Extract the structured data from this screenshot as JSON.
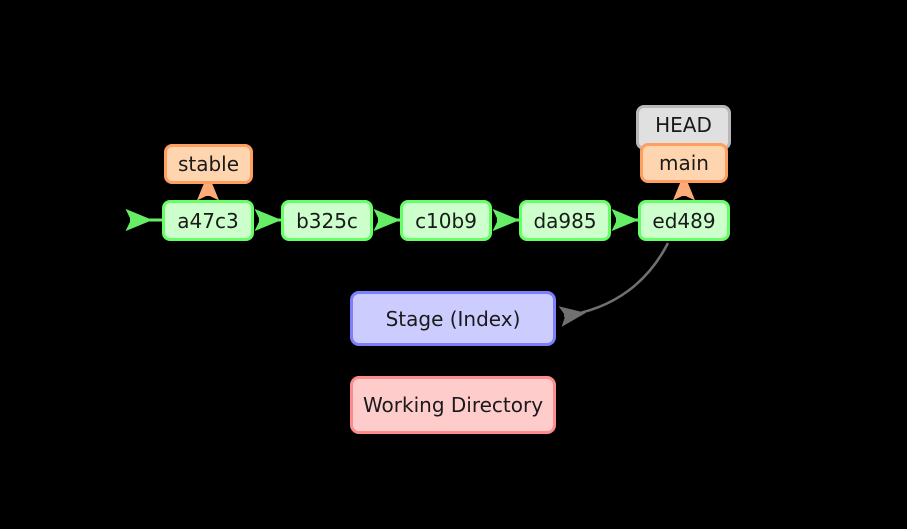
{
  "diagram": {
    "title": "Git repository state diagram",
    "background_color": "#000000",
    "colors": {
      "commit_fill": "#ccffcc",
      "commit_border": "#66ff66",
      "branch_fill": "#ffd5b0",
      "branch_border": "#ff9f5f",
      "head_fill": "#e0e0e0",
      "head_border": "#b8b8b8",
      "stage_fill": "#ccccff",
      "stage_border": "#7d7dfd",
      "working_fill": "#ffcccc",
      "working_border": "#fd8d8d",
      "commit_arrow": "#66ee66",
      "branch_arrow": "#ffab77",
      "curve_arrow": "#666666"
    }
  },
  "commits": [
    {
      "id": "a47c3",
      "label": "a47c3"
    },
    {
      "id": "b325c",
      "label": "b325c"
    },
    {
      "id": "c10b9",
      "label": "c10b9"
    },
    {
      "id": "da985",
      "label": "da985"
    },
    {
      "id": "ed489",
      "label": "ed489"
    }
  ],
  "refs": {
    "stable": {
      "label": "stable",
      "points_to": "a47c3"
    },
    "head": {
      "label": "HEAD",
      "points_to": "main"
    },
    "main": {
      "label": "main",
      "points_to": "ed489"
    }
  },
  "areas": {
    "stage": {
      "label": "Stage (Index)"
    },
    "working": {
      "label": "Working Directory"
    }
  }
}
